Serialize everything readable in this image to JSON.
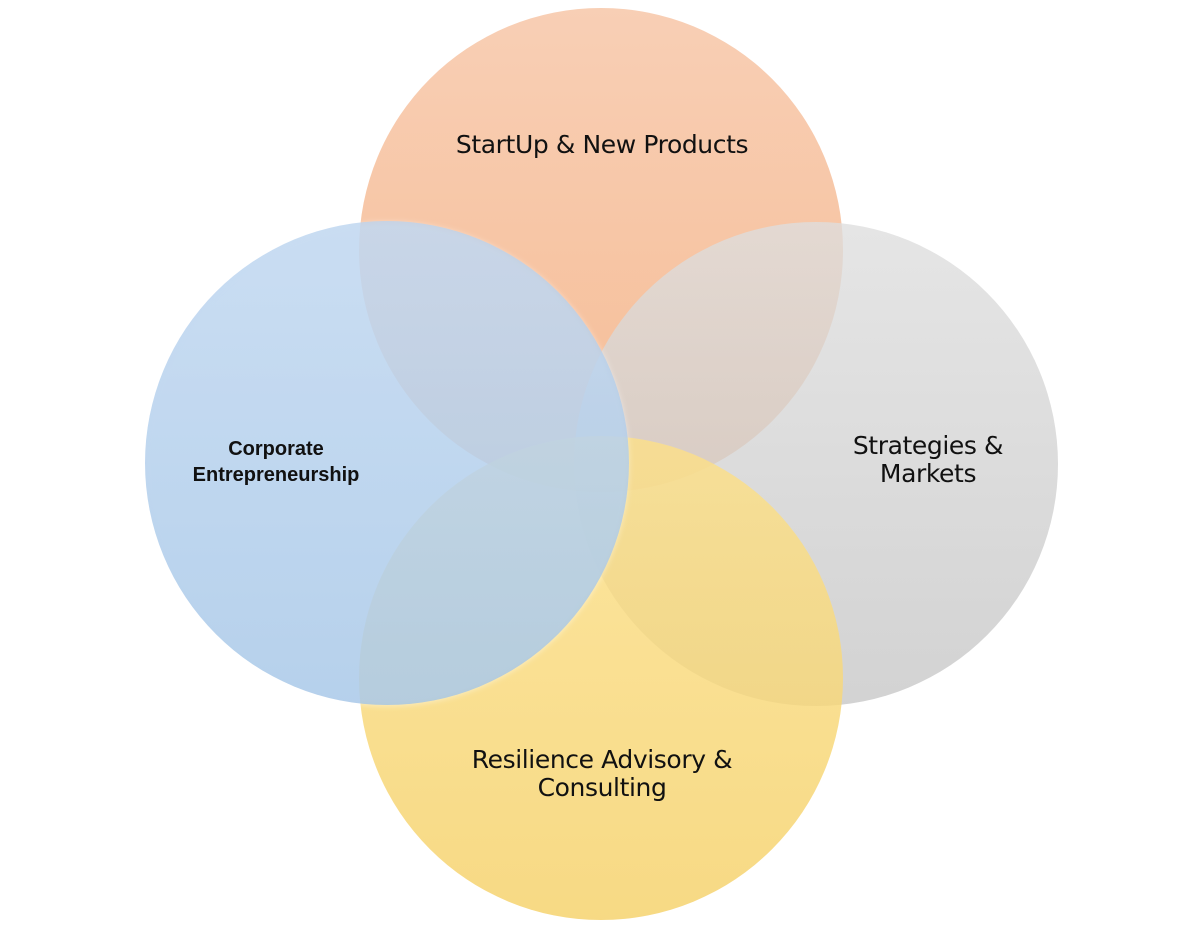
{
  "diagram": {
    "type": "venn",
    "circles": [
      {
        "id": "top",
        "label": "StartUp & New Products",
        "color_light": "#f7c7a9",
        "color_dark": "#f4b183"
      },
      {
        "id": "right",
        "label": "Strategies &\nMarkets",
        "color_light": "#dedede",
        "color_dark": "#c6c6c6"
      },
      {
        "id": "bottom",
        "label": "Resilience Advisory &\nConsulting",
        "color_light": "#fce08a",
        "color_dark": "#f5d169"
      },
      {
        "id": "left",
        "label": "Corporate\nEntrepreneurship",
        "color_light": "#b9d3ef",
        "color_dark": "#9dc2e6"
      }
    ]
  }
}
